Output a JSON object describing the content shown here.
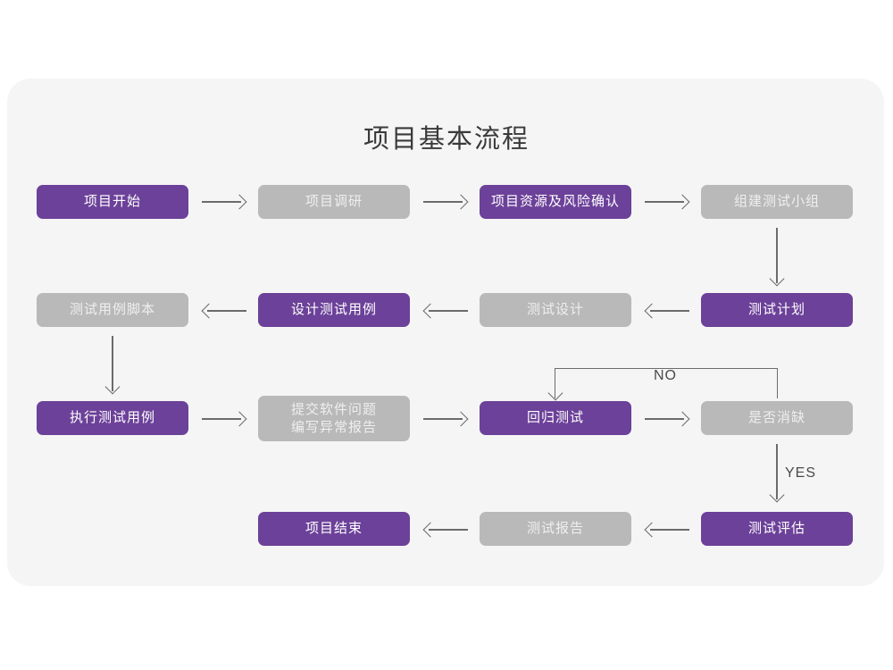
{
  "card": {
    "background": "#f5f5f5",
    "page_background": "#ffffff"
  },
  "title": "项目基本流程",
  "colors": {
    "purple": "#6c4199",
    "gray": "#b9b9b9",
    "purple_text": "#ffffff",
    "gray_text": "#efefef",
    "connector": "#6b6b6b",
    "title_text": "#3a3a3a"
  },
  "nodes": [
    {
      "id": "n1",
      "label": "项目开始",
      "style": "purple"
    },
    {
      "id": "n2",
      "label": "项目调研",
      "style": "gray"
    },
    {
      "id": "n3",
      "label": "项目资源及风险确认",
      "style": "purple"
    },
    {
      "id": "n4",
      "label": "组建测试小组",
      "style": "gray"
    },
    {
      "id": "n5",
      "label": "测试计划",
      "style": "purple"
    },
    {
      "id": "n6",
      "label": "测试设计",
      "style": "gray"
    },
    {
      "id": "n7",
      "label": "设计测试用例",
      "style": "purple"
    },
    {
      "id": "n8",
      "label": "测试用例脚本",
      "style": "gray"
    },
    {
      "id": "n9",
      "label": "执行测试用例",
      "style": "purple"
    },
    {
      "id": "n10",
      "label": "提交软件问题\n编写异常报告",
      "style": "gray"
    },
    {
      "id": "n11",
      "label": "回归测试",
      "style": "purple"
    },
    {
      "id": "n12",
      "label": "是否消缺",
      "style": "gray"
    },
    {
      "id": "n13",
      "label": "测试评估",
      "style": "purple"
    },
    {
      "id": "n14",
      "label": "测试报告",
      "style": "gray"
    },
    {
      "id": "n15",
      "label": "项目结束",
      "style": "purple"
    }
  ],
  "edge_labels": {
    "no": "NO",
    "yes": "YES"
  }
}
